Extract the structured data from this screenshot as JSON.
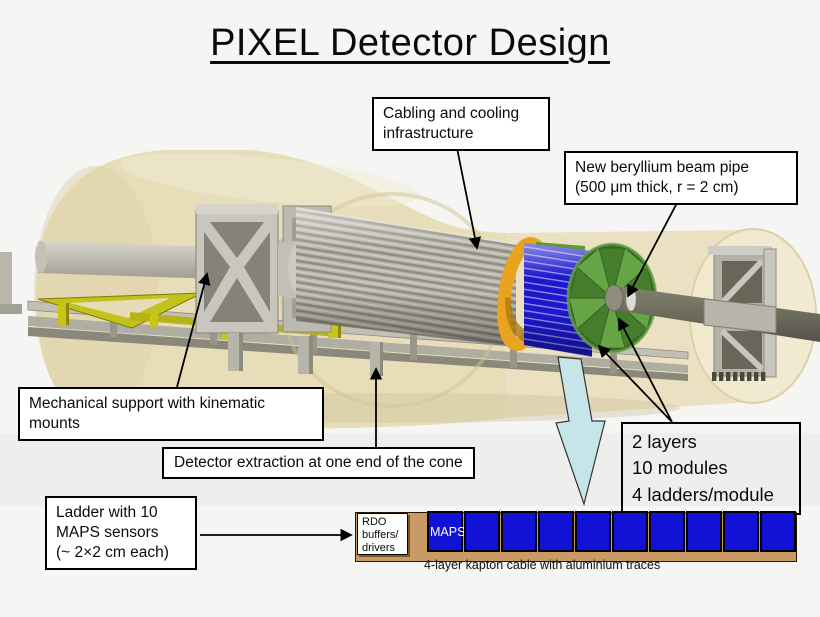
{
  "slide": {
    "title": "PIXEL Detector Design"
  },
  "callouts": {
    "cabling": {
      "text": "Cabling and cooling\ninfrastructure"
    },
    "beam_pipe": {
      "text": "New beryllium beam pipe\n(500 μm thick, r = 2 cm)"
    },
    "mechanical_support": {
      "text": "Mechanical support with kinematic\nmounts"
    },
    "detector_extraction": {
      "text": "Detector extraction at one end of the cone"
    },
    "layers_summary": {
      "text": "2 layers\n10 modules\n4 ladders/module"
    },
    "ladder": {
      "text": "Ladder with 10\nMAPS sensors\n(~ 2×2 cm each)"
    }
  },
  "ladder_diagram": {
    "rdo_label": "RDO\nbuffers/\ndrivers",
    "sensor_label": "MAPS",
    "sensor_count": 10,
    "caption": "4-layer kapton cable with aluminium traces"
  },
  "colors": {
    "sensor_blue": "#1212d6",
    "kapton_tan": "#c99a63",
    "flow_arrow_blue": "#c6e5e9",
    "cone_beige": "#e6dcb6",
    "barrel_blue": "#1d17cf",
    "detector_green": "#5d9a3a",
    "detector_orange": "#e8a41f"
  }
}
